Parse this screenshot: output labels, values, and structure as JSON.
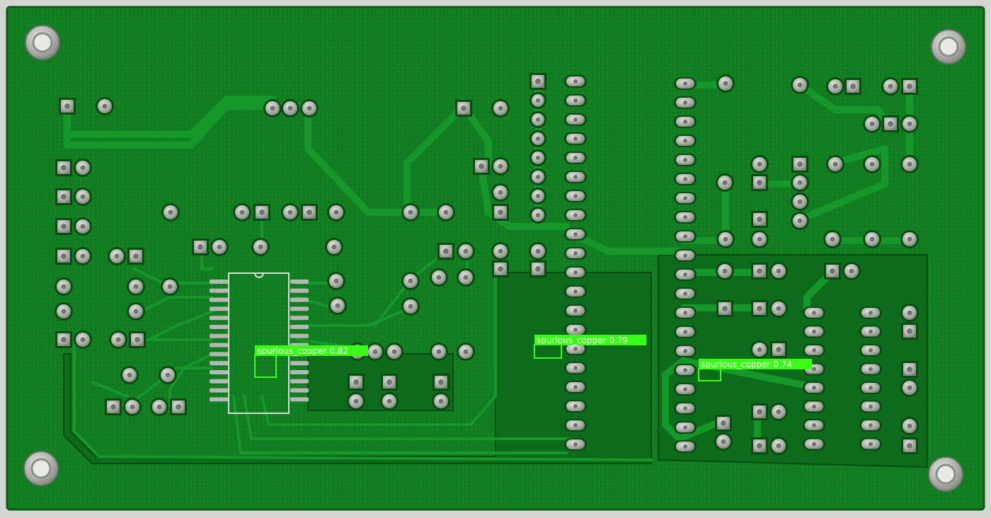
{
  "colors": {
    "board": "#0f7a1e",
    "board_dark": "#0a5e14",
    "trace": "#16a02c",
    "trace_edge": "#074d10",
    "pad": "#b9bcb6",
    "pad_hole": "#6f746d",
    "detection": "#39ff14",
    "silkscreen": "#d9dcd6"
  },
  "detections": [
    {
      "label": "spurious_copper",
      "score": "0.82"
    },
    {
      "label": "spurious_copper",
      "score": "0.79"
    },
    {
      "label": "spurious_copper",
      "score": "0.74"
    }
  ]
}
